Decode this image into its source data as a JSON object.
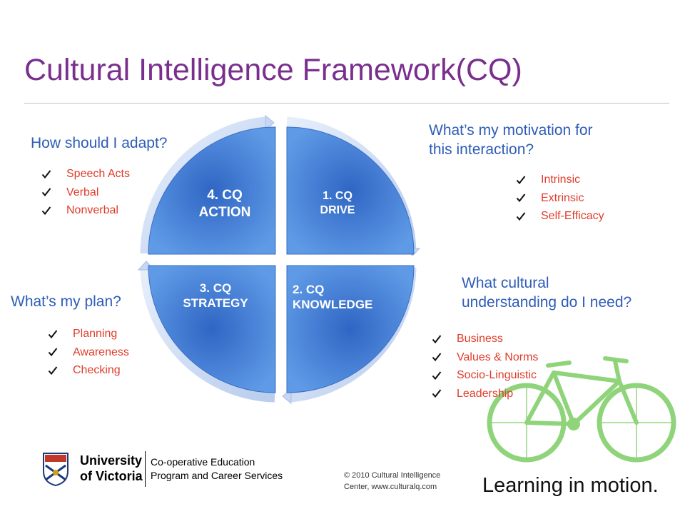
{
  "title": "Cultural Intelligence Framework(CQ)",
  "quadrants": {
    "drive": "1. CQ\nDRIVE",
    "knowledge": "2. CQ\nKNOWLEDGE",
    "strategy": "3. CQ\nSTRATEGY",
    "action": "4. CQ\nACTION"
  },
  "sections": {
    "adapt": {
      "question": "How should I adapt?",
      "items": [
        "Speech Acts",
        "Verbal",
        "Nonverbal"
      ]
    },
    "motivation": {
      "question": "What’s my motivation for\nthis interaction?",
      "items": [
        "Intrinsic",
        "Extrinsic",
        "Self-Efficacy"
      ]
    },
    "plan": {
      "question": "What’s my plan?",
      "items": [
        "Planning",
        "Awareness",
        "Checking"
      ]
    },
    "understanding": {
      "question": "What cultural\nunderstanding do I need?",
      "items": [
        "Business",
        "Values & Norms",
        "Socio-Linguistic",
        "Leadership"
      ]
    }
  },
  "footer": {
    "university_line1": "University",
    "university_line2": "of Victoria",
    "department_line1": "Co-operative Education",
    "department_line2": "Program and Career Services",
    "copyright": "© 2010 Cultural Intelligence\nCenter, www.culturalq.com",
    "tagline": "Learning in motion."
  },
  "colors": {
    "title": "#7a2f8f",
    "question": "#2e5cb8",
    "list": "#e03c2a",
    "quadrant": "#4a82d6",
    "bicycle": "#8fd47a"
  }
}
